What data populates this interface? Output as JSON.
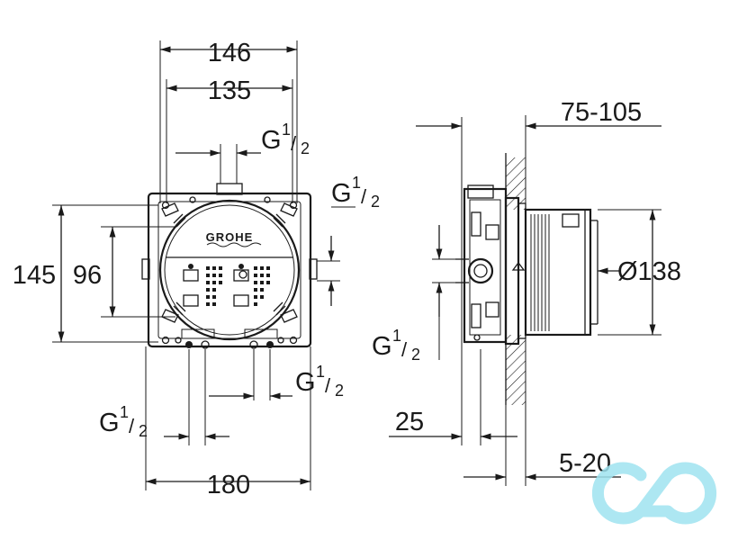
{
  "front_view": {
    "brand": "GROHE",
    "dims": {
      "w146": "146",
      "w135": "135",
      "w180": "180",
      "h145": "145",
      "h96": "96"
    },
    "threads": {
      "top": {
        "main": "G",
        "num": "1",
        "den": "2"
      },
      "right": {
        "main": "G",
        "num": "1",
        "den": "2"
      },
      "bottom_right": {
        "main": "G",
        "num": "1",
        "den": "2"
      },
      "bottom_left": {
        "main": "G",
        "num": "1",
        "den": "2"
      }
    }
  },
  "side_view": {
    "dims": {
      "depth": "75-105",
      "diameter": "Ø138",
      "offset": "25",
      "wall": "5-20"
    },
    "threads": {
      "left": {
        "main": "G",
        "num": "1",
        "den": "2"
      }
    }
  },
  "watermark_color": "#9fe3f0"
}
